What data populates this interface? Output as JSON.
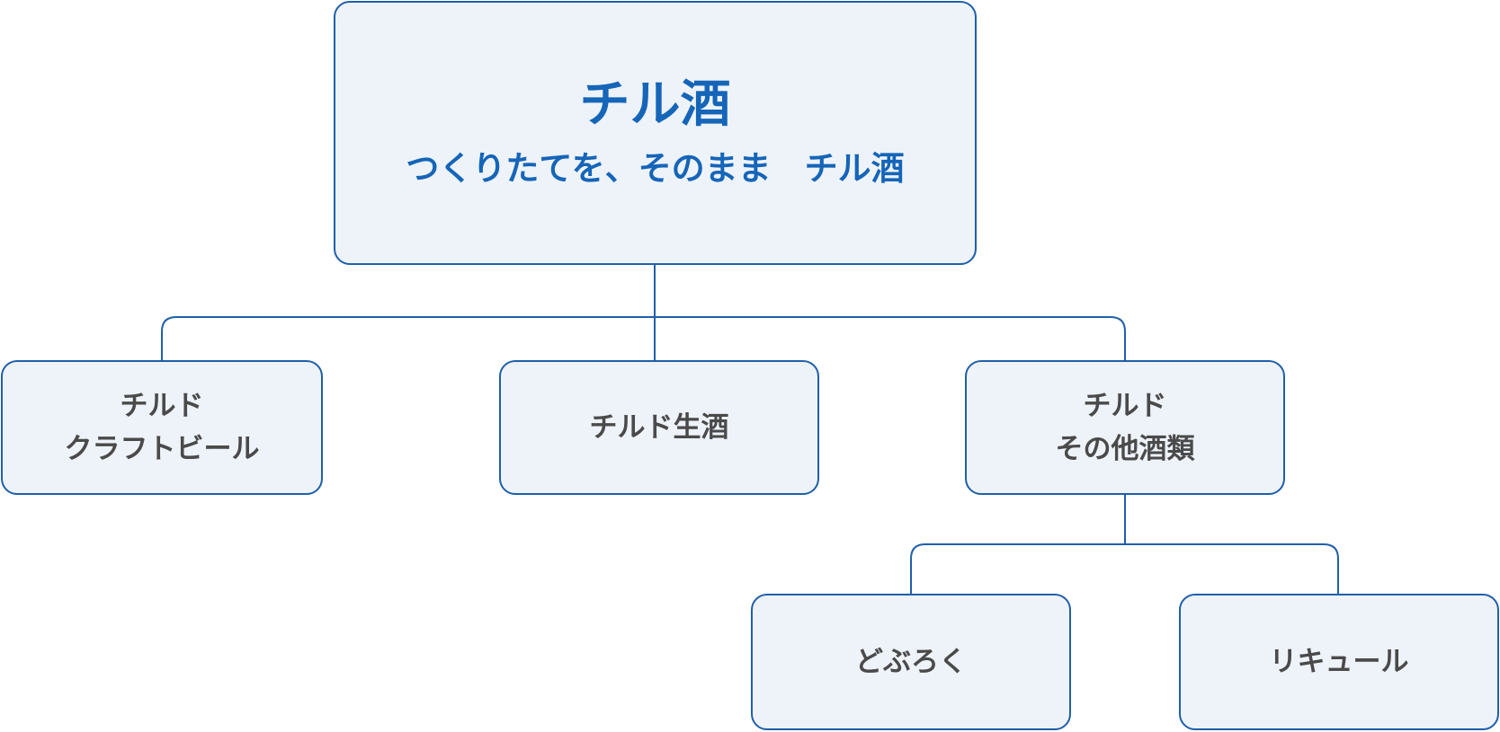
{
  "root": {
    "title": "チル酒",
    "subtitle": "つくりたてを、そのまま　チル酒"
  },
  "children": {
    "craft_beer": {
      "line1": "チルド",
      "line2": "クラフトビール"
    },
    "nama_sake": {
      "label": "チルド生酒"
    },
    "other": {
      "line1": "チルド",
      "line2": "その他酒類"
    }
  },
  "grandchildren": {
    "doburoku": {
      "label": "どぶろく"
    },
    "liqueur": {
      "label": "リキュール"
    }
  },
  "colors": {
    "border": "#1f5fa8",
    "fill": "#eef3fa",
    "root_text": "#1565b8",
    "node_text": "#4a4a4a"
  }
}
